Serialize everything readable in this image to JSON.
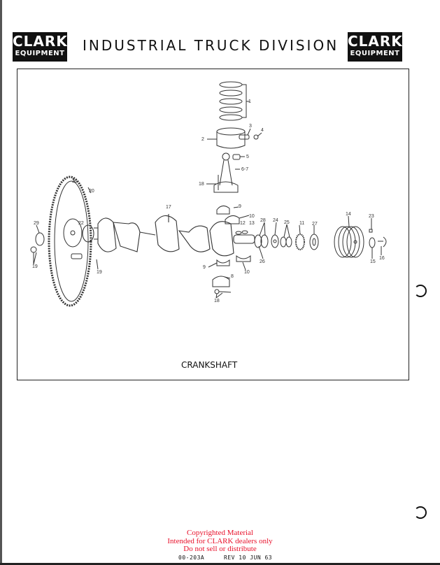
{
  "header": {
    "logo_line1": "CLARK",
    "logo_line2": "EQUIPMENT",
    "title": "INDUSTRIAL TRUCK DIVISION"
  },
  "figure": {
    "caption": "CRANKSHAFT",
    "callouts": [
      "1",
      "2",
      "3",
      "4",
      "5",
      "6-7",
      "18",
      "21",
      "20",
      "17",
      "9",
      "10",
      "12",
      "13",
      "28",
      "24",
      "25",
      "11",
      "27",
      "14",
      "23",
      "29",
      "22",
      "19",
      "19",
      "26",
      "15",
      "16",
      "9",
      "8",
      "10",
      "18"
    ]
  },
  "footer": {
    "copyright_lines": [
      "Copyrighted Material",
      "Intended for CLARK dealers only",
      "Do not sell or distribute"
    ],
    "copyright_color": "#e8102a",
    "doc_number": "00-203A",
    "revision": "REV 10 JUN 63"
  }
}
